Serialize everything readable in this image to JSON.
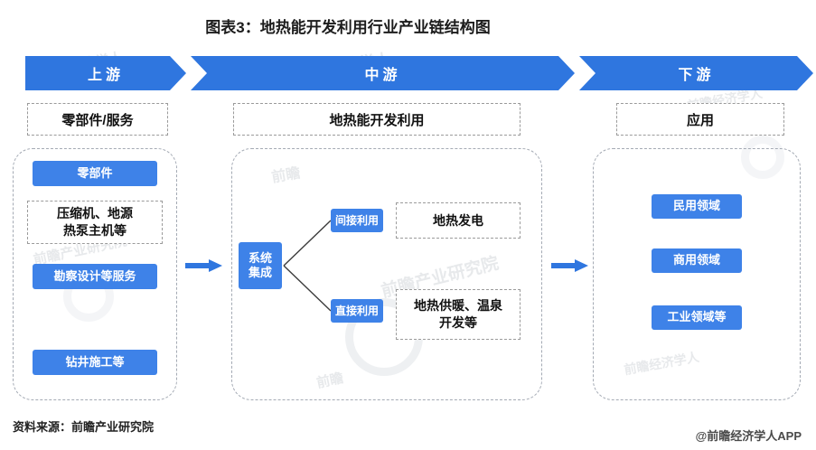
{
  "title": "图表3：地热能开发利用行业产业链结构图",
  "banner": {
    "segments": [
      {
        "label": "上游"
      },
      {
        "label": "中游"
      },
      {
        "label": "下游"
      }
    ]
  },
  "upstream": {
    "header": "零部件/服务",
    "items": [
      {
        "type": "button",
        "label": "零部件"
      },
      {
        "type": "dashed",
        "label": "压缩机、地源\n热泵主机等"
      },
      {
        "type": "button",
        "label": "勘察设计等服务"
      },
      {
        "type": "button",
        "label": "钻井施工等"
      }
    ]
  },
  "midstream": {
    "header": "地热能开发利用",
    "system": "系统\n集成",
    "branches": [
      {
        "tag": "间接利用",
        "result": "地热发电"
      },
      {
        "tag": "直接利用",
        "result": "地热供暖、温泉\n开发等"
      }
    ]
  },
  "downstream": {
    "header": "应用",
    "items": [
      {
        "label": "民用领域"
      },
      {
        "label": "商用领域"
      },
      {
        "label": "工业领域等"
      }
    ]
  },
  "footer": {
    "source": "资料来源：前瞻产业研究院",
    "credit": "@前瞻经济学人APP"
  },
  "watermarks": {
    "app": "前瞻经济学人",
    "agency": "前瞻产业研究院",
    "brand": "前瞻"
  },
  "colors": {
    "banner_blue": "#2F76DF",
    "button_blue": "#3E82E8"
  }
}
